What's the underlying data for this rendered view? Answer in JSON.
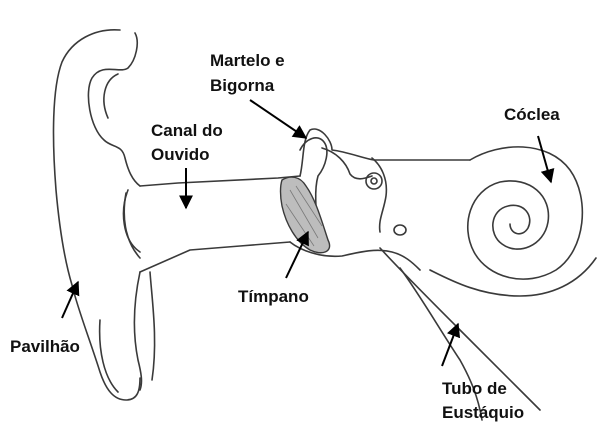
{
  "labels": {
    "martelo_line1": "Martelo e",
    "martelo_line2": "Bigorna",
    "coclea": "Cóclea",
    "canal_line1": "Canal do",
    "canal_line2": "Ouvido",
    "timpano": "Tímpano",
    "pavilhao": "Pavilhão",
    "tubo_line1": "Tubo de",
    "tubo_line2": "Eustáquio"
  },
  "colors": {
    "outline": "#3a3a3a",
    "arrow": "#000000",
    "eardrum_fill": "#bdbdbd",
    "background": "#ffffff"
  }
}
